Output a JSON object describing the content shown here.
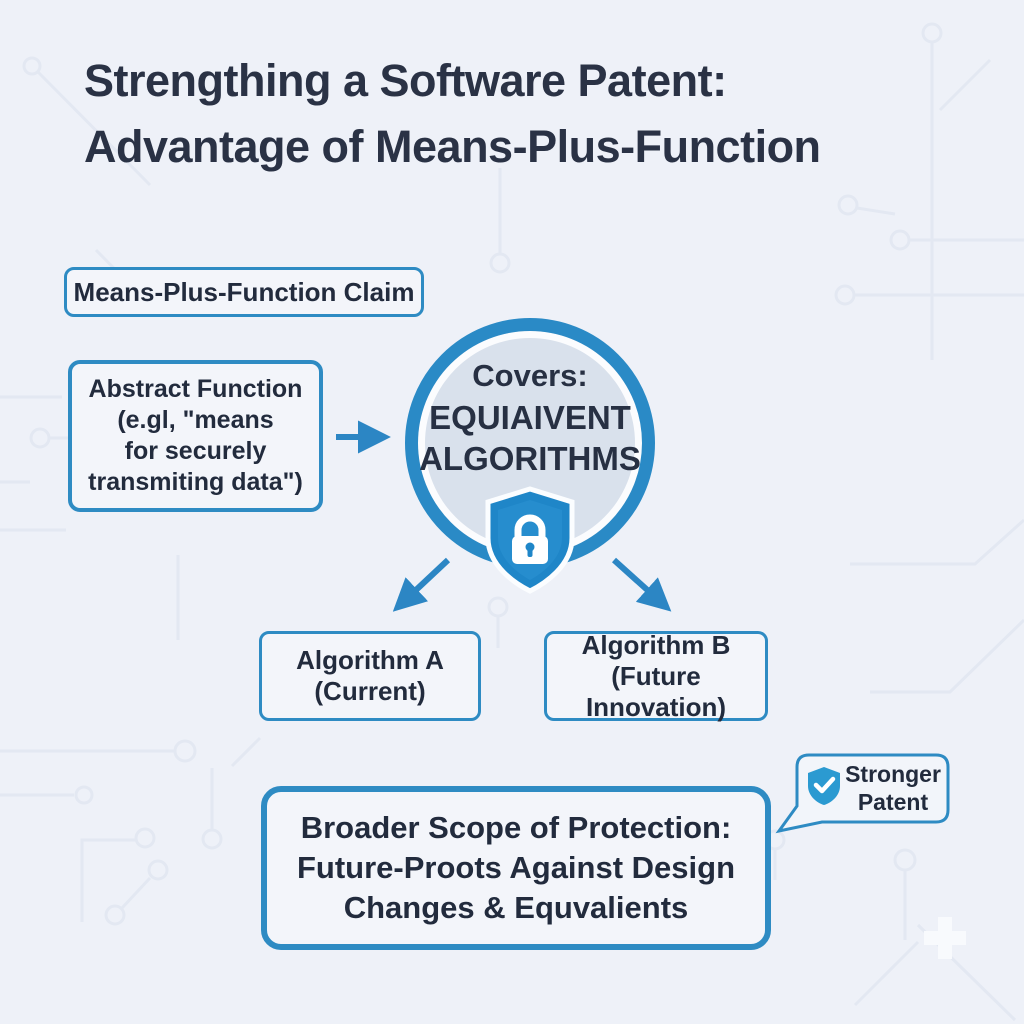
{
  "title": {
    "lines": [
      "Strengthing a Software Patent:",
      "Advantage of Means-Plus-Function"
    ]
  },
  "claim_box": {
    "label": "Means-Plus-Function Claim"
  },
  "abstract_box": {
    "lines": [
      "Abstract Function",
      "(e.gl, \"means",
      "for securely",
      "transmiting data\")"
    ]
  },
  "coverage_circle": {
    "lines": [
      "Covers:",
      "EQUIAIVENT",
      "ALGORITHMS"
    ],
    "icon": "shield-lock-icon"
  },
  "algorithm_a_box": {
    "lines": [
      "Algorithm A",
      "(Current)"
    ]
  },
  "algorithm_b_box": {
    "lines": [
      "Algorithm B",
      "(Future Innovation)"
    ]
  },
  "benefit_box": {
    "lines": [
      "Broader Scope of Protection:",
      "Future-Proots Against Design",
      "Changes & Equvalients"
    ]
  },
  "callout": {
    "lines": [
      "Stronger",
      "Patent"
    ],
    "icon": "check-badge-icon"
  },
  "icons": {
    "shield_lock": "shield-lock-icon",
    "check_badge": "check-badge-icon",
    "background": "circuit-traces-pattern"
  },
  "colors": {
    "accent_blue": "#2e8bc3",
    "ring_blue": "#2a8ac6",
    "shield_blue": "#1f86c8",
    "badge_blue": "#2b9ad1",
    "text_dark": "#2a3245",
    "background": "#eef1f8",
    "circle_fill": "#d9e1ec",
    "box_fill": "#f3f5fa",
    "trace": "#e3e8f2"
  }
}
